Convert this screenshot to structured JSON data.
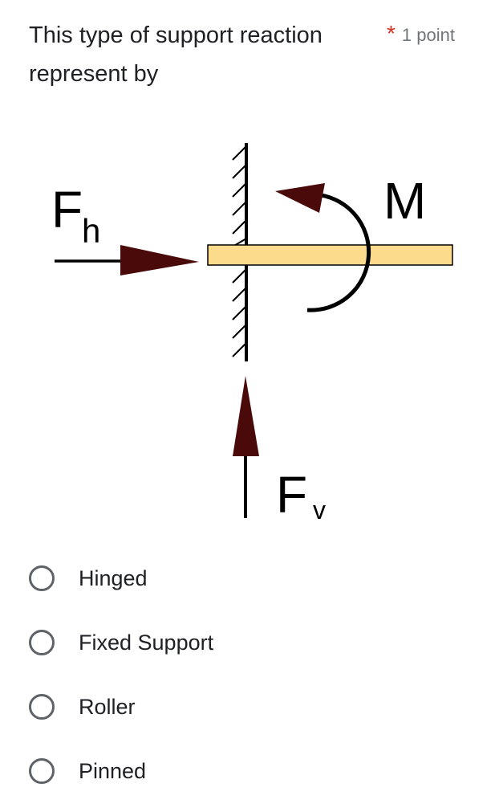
{
  "question": {
    "text": "This type of support reaction represent by",
    "required_marker": "*",
    "points": "1 point"
  },
  "figure": {
    "labels": {
      "horizontal_force": "F",
      "horizontal_sub": "h",
      "moment": "M",
      "vertical_force": "F",
      "vertical_sub": "v"
    },
    "colors": {
      "beam_fill": "#fddb8c",
      "arrow_fill": "#4a0a0a",
      "line": "#000000"
    }
  },
  "options": [
    {
      "label": "Hinged",
      "selected": false
    },
    {
      "label": "Fixed Support",
      "selected": false
    },
    {
      "label": "Roller",
      "selected": false
    },
    {
      "label": "Pinned",
      "selected": false
    }
  ]
}
